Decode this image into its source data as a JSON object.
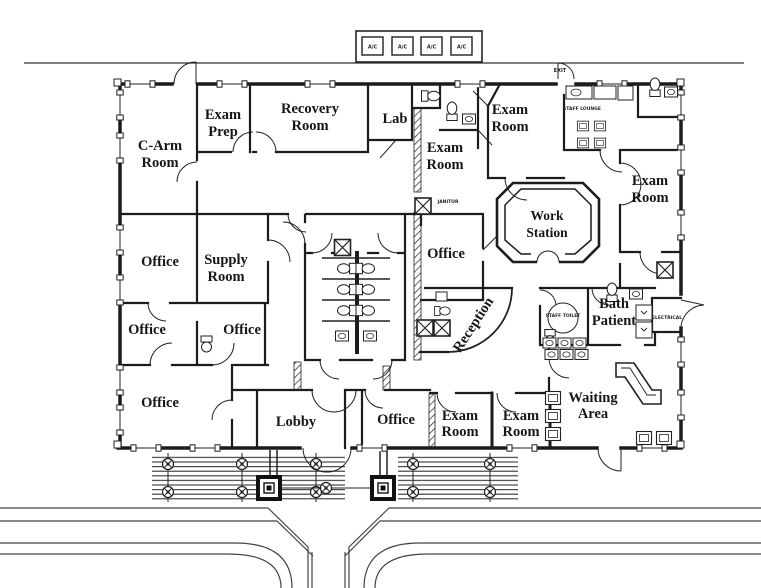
{
  "drawing": {
    "kind": "architectural floor plan",
    "subject": "single-story medical office building with site walkways",
    "ink_color": "#1c1c1c",
    "paper_color": "#ffffff"
  },
  "rooms": {
    "c_arm": {
      "line1": "C-Arm",
      "line2": "Room"
    },
    "exam_prep": {
      "line1": "Exam",
      "line2": "Prep"
    },
    "recovery": {
      "line1": "Recovery",
      "line2": "Room"
    },
    "lab": {
      "line1": "Lab"
    },
    "exam_mid": {
      "line1": "Exam",
      "line2": "Room"
    },
    "exam_top": {
      "line1": "Exam",
      "line2": "Room"
    },
    "exam_right": {
      "line1": "Exam",
      "line2": "Room"
    },
    "work_station": {
      "line1": "Work",
      "line2": "Station"
    },
    "office_center": {
      "line1": "Office"
    },
    "supply": {
      "line1": "Supply",
      "line2": "Room"
    },
    "office_west": {
      "line1": "Office"
    },
    "office_sw": {
      "line1": "Office"
    },
    "office_mid": {
      "line1": "Office"
    },
    "reception": {
      "line1": "Reception"
    },
    "bath_patient": {
      "line1": "Bath",
      "line2": "Patient"
    },
    "office_bl": {
      "line1": "Office"
    },
    "lobby": {
      "line1": "Lobby"
    },
    "office_bm": {
      "line1": "Office"
    },
    "exam_b1": {
      "line1": "Exam",
      "line2": "Room"
    },
    "exam_b2": {
      "line1": "Exam",
      "line2": "Room"
    },
    "waiting": {
      "line1": "Waiting",
      "line2": "Area"
    }
  },
  "labels": {
    "ac": [
      "A/C",
      "A/C",
      "A/C",
      "A/C"
    ],
    "exit": "EXIT",
    "staff_lounge": "STAFF LOUNGE",
    "janitor": "JANITOR",
    "staff_toilet": "STAFF TOILET",
    "electrical": "ELECTRICAL"
  }
}
